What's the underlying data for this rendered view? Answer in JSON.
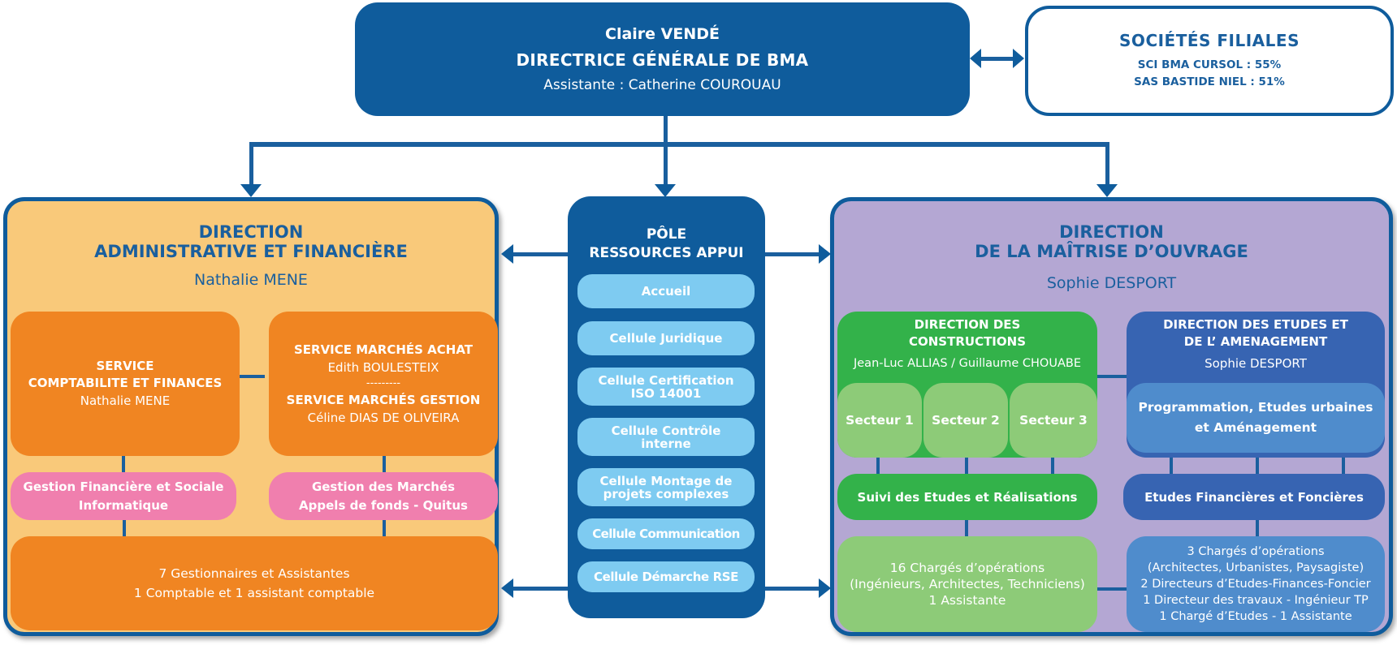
{
  "ceo": {
    "name": "Claire VENDÉ",
    "title": "DIRECTRICE GÉNÉRALE DE BMA",
    "assistant": "Assistante : Catherine COUROUAU"
  },
  "subsidiaries": {
    "title": "SOCIÉTÉS FILIALES",
    "items": [
      "SCI BMA CURSOL : 55%",
      "SAS BASTIDE NIEL : 51%"
    ]
  },
  "daf": {
    "title_line1": "DIRECTION",
    "title_line2": "ADMINISTRATIVE ET FINANCIÈRE",
    "head": "Nathalie MENE",
    "service_compta": {
      "title_line1": "SERVICE",
      "title_line2": "COMPTABILITE ET FINANCES",
      "head": "Nathalie MENE"
    },
    "service_marches": {
      "achat_title": "SERVICE MARCHÉS ACHAT",
      "achat_head": "Edith BOULESTEIX",
      "separator": "---------",
      "gestion_title": "SERVICE MARCHÉS GESTION",
      "gestion_head": "Céline DIAS DE OLIVEIRA"
    },
    "gestion_fin": {
      "line1": "Gestion Financière et Sociale",
      "line2": "Informatique"
    },
    "gestion_marches": {
      "line1": "Gestion des Marchés",
      "line2": "Appels de fonds - Quitus"
    },
    "staff": {
      "line1": "7 Gestionnaires et Assistantes",
      "line2": "1 Comptable et 1 assistant comptable"
    }
  },
  "pole": {
    "title_line1": "PÔLE",
    "title_line2": "RESSOURCES APPUI",
    "cells": [
      {
        "line1": "Accueil",
        "line2": ""
      },
      {
        "line1": "Cellule Juridique",
        "line2": ""
      },
      {
        "line1": "Cellule Certification",
        "line2": "ISO 14001"
      },
      {
        "line1": "Cellule Contrôle",
        "line2": "interne"
      },
      {
        "line1": "Cellule Montage de",
        "line2": "projets complexes"
      },
      {
        "line1": "Cellule Communication",
        "line2": ""
      },
      {
        "line1": "Cellule Démarche RSE",
        "line2": ""
      }
    ]
  },
  "dmo": {
    "title_line1": "DIRECTION",
    "title_line2": "DE LA MAÎTRISE D’OUVRAGE",
    "head": "Sophie DESPORT",
    "constructions": {
      "title_line1": "DIRECTION DES",
      "title_line2": "CONSTRUCTIONS",
      "heads": "Jean-Luc ALLIAS / Guillaume CHOUABE",
      "sectors": [
        "Secteur 1",
        "Secteur 2",
        "Secteur 3"
      ],
      "suivi": "Suivi des Etudes et Réalisations",
      "staff": [
        "16 Chargés d’opérations",
        "(Ingénieurs, Architectes, Techniciens)",
        "1 Assistante"
      ]
    },
    "etudes": {
      "title_line1": "DIRECTION DES ETUDES ET",
      "title_line2": "DE L’ AMENAGEMENT",
      "head": "Sophie DESPORT",
      "programmation_line1": "Programmation, Etudes urbaines",
      "programmation_line2": "et Aménagement",
      "financieres": "Etudes Financières et Foncières",
      "staff": [
        "3 Chargés d’opérations",
        "(Architectes, Urbanistes, Paysagiste)",
        "2 Directeurs d’Etudes-Finances-Foncier",
        "1 Directeur des travaux - Ingénieur TP",
        "1 Chargé d’Etudes - 1 Assistante"
      ]
    }
  },
  "colors": {
    "primary_blue": "#0f5c9c",
    "daf_bg": "#f9c97a",
    "orange": "#f08522",
    "pink": "#f07fae",
    "pole_cell": "#7ecbf1",
    "dmo_bg": "#b4a7d3",
    "green": "#33b24a",
    "light_green": "#8dcb78",
    "dark_blue": "#3764b2",
    "mid_blue": "#4f8ccc"
  }
}
